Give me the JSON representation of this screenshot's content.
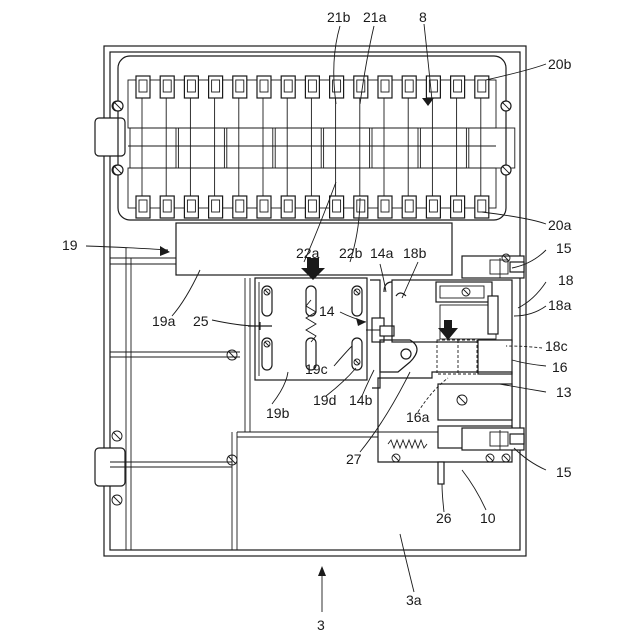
{
  "diagram": {
    "labels": {
      "l_21b": "21b",
      "l_21a": "21a",
      "l_8": "8",
      "l_20b": "20b",
      "l_20a": "20a",
      "l_19": "19",
      "l_22a": "22a",
      "l_22b": "22b",
      "l_14a": "14a",
      "l_18b": "18b",
      "l_15_top": "15",
      "l_18": "18",
      "l_18a": "18a",
      "l_19a": "19a",
      "l_25": "25",
      "l_14": "14",
      "l_18c": "18c",
      "l_16": "16",
      "l_19c": "19c",
      "l_19b": "19b",
      "l_19d": "19d",
      "l_14b": "14b",
      "l_13": "13",
      "l_16a": "16a",
      "l_27": "27",
      "l_15_bottom": "15",
      "l_26": "26",
      "l_10": "10",
      "l_3a": "3a",
      "l_3": "3"
    }
  }
}
